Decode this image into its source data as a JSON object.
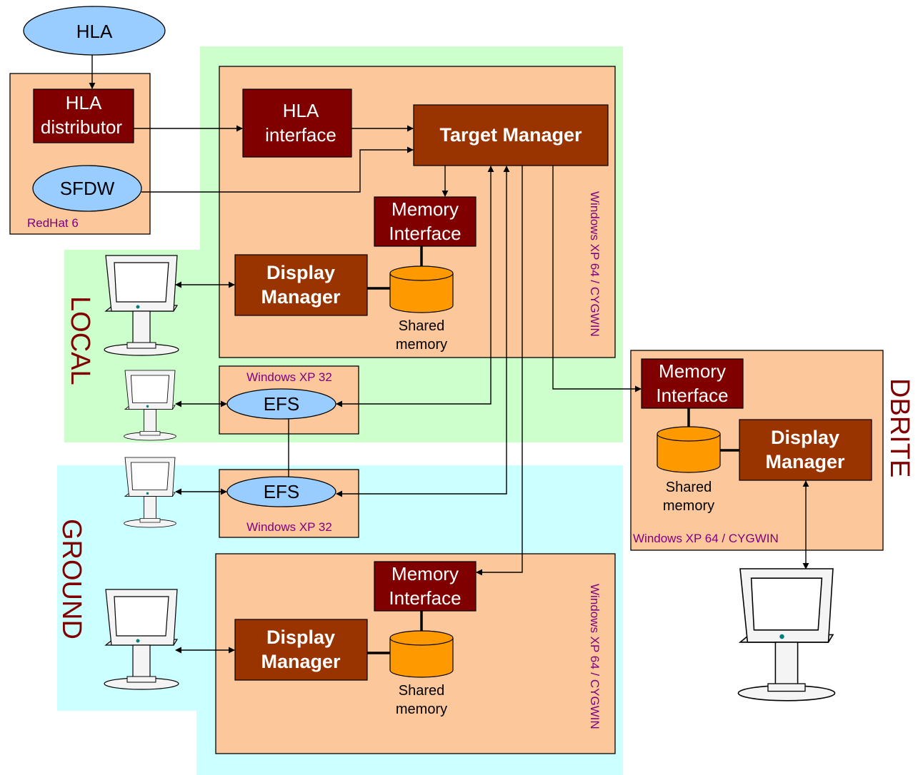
{
  "hla_source": "HLA",
  "redhat": {
    "os": "RedHat 6",
    "distributor": [
      "HLA",
      "distributor"
    ],
    "sfdw": "SFDW"
  },
  "local": {
    "label": "LOCAL",
    "os": "Windows XP 64 / CYGWIN",
    "hla_interface": [
      "HLA",
      "interface"
    ],
    "target_manager": "Target Manager",
    "memory_interface": [
      "Memory",
      "Interface"
    ],
    "display_manager": [
      "Display",
      "Manager"
    ],
    "shared_memory": [
      "Shared",
      "memory"
    ],
    "efs_box": {
      "os": "Windows XP 32",
      "efs": "EFS"
    }
  },
  "ground": {
    "label": "GROUND",
    "os": "Windows XP 64 / CYGWIN",
    "memory_interface": [
      "Memory",
      "Interface"
    ],
    "display_manager": [
      "Display",
      "Manager"
    ],
    "shared_memory": [
      "Shared",
      "memory"
    ],
    "efs_box": {
      "os": "Windows XP 32",
      "efs": "EFS"
    }
  },
  "dbrite": {
    "label": "DBRITE",
    "os": "Windows XP 64 / CYGWIN",
    "memory_interface": [
      "Memory",
      "Interface"
    ],
    "display_manager": [
      "Display",
      "Manager"
    ],
    "shared_memory": [
      "Shared",
      "memory"
    ]
  },
  "colors": {
    "local_zone": "#ccffcc",
    "ground_zone": "#ccffff",
    "host_box": "#fcc89b",
    "dark_red_box": "#800000",
    "brown_box": "#993300",
    "ellipse": "#99ccff",
    "cylinder": "#ff9900",
    "os_text": "#800080",
    "zone_label": "#800000"
  },
  "icons": [
    "monitor-icon",
    "shared-memory-cylinder-icon"
  ]
}
